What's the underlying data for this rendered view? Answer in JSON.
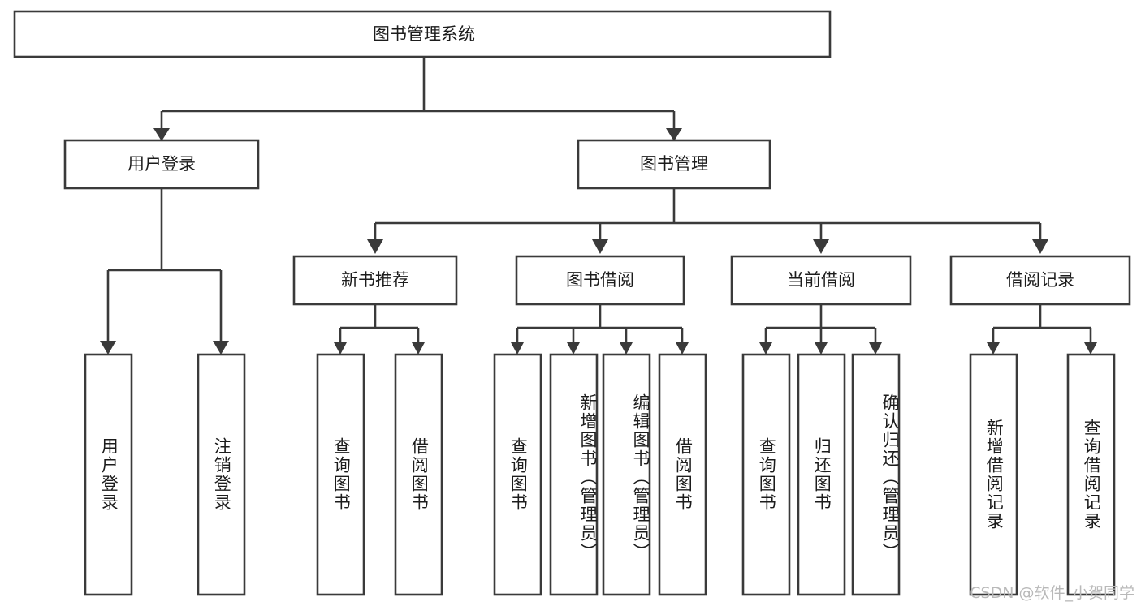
{
  "diagram": {
    "type": "tree",
    "title": "图书管理系统",
    "root": {
      "id": "root",
      "label": "图书管理系统"
    },
    "level2": [
      {
        "id": "user-login",
        "label": "用户登录"
      },
      {
        "id": "book-manage",
        "label": "图书管理"
      }
    ],
    "level3": [
      {
        "id": "new-book-recommend",
        "label": "新书推荐",
        "parent": "book-manage"
      },
      {
        "id": "book-borrow",
        "label": "图书借阅",
        "parent": "book-manage"
      },
      {
        "id": "current-borrow",
        "label": "当前借阅",
        "parent": "book-manage"
      },
      {
        "id": "borrow-record",
        "label": "借阅记录",
        "parent": "book-manage"
      }
    ],
    "leaves": {
      "user-login": [
        {
          "id": "leaf-user-login",
          "label": "用户登录"
        },
        {
          "id": "leaf-logout-login",
          "label": "注销登录"
        }
      ],
      "new-book-recommend": [
        {
          "id": "leaf-query-book-1",
          "label": "查询图书"
        },
        {
          "id": "leaf-borrow-book-1",
          "label": "借阅图书"
        }
      ],
      "book-borrow": [
        {
          "id": "leaf-query-book-2",
          "label": "查询图书"
        },
        {
          "id": "leaf-add-book-admin",
          "label": "新增图书（管理员）"
        },
        {
          "id": "leaf-edit-book-admin",
          "label": "编辑图书（管理员）"
        },
        {
          "id": "leaf-borrow-book-2",
          "label": "借阅图书"
        }
      ],
      "current-borrow": [
        {
          "id": "leaf-query-book-3",
          "label": "查询图书"
        },
        {
          "id": "leaf-return-book",
          "label": "归还图书"
        },
        {
          "id": "leaf-confirm-return-admin",
          "label": "确认归还（管理员）"
        }
      ],
      "borrow-record": [
        {
          "id": "leaf-add-borrow-record",
          "label": "新增借阅记录"
        },
        {
          "id": "leaf-query-borrow-record",
          "label": "查询借阅记录"
        }
      ]
    }
  },
  "watermark": {
    "text": "CSDN @软件_小贺同学"
  },
  "colors": {
    "stroke": "#3a3a3a",
    "box_fill": "#ffffff",
    "text": "#1c1c1c",
    "watermark": "#b9b9b9",
    "background": "#ffffff"
  }
}
